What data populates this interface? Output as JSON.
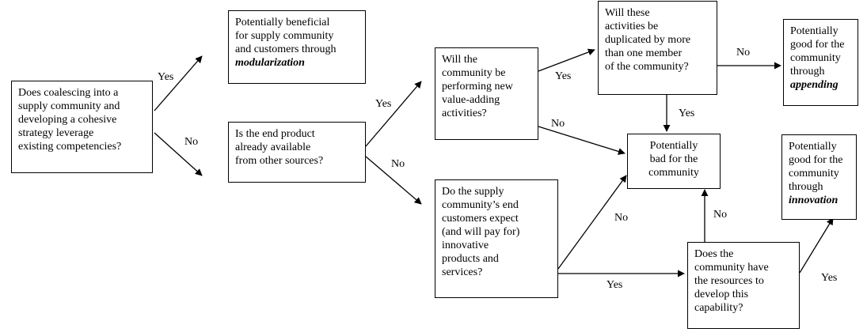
{
  "boxes": {
    "q_coalesce": [
      "Does coalescing into a",
      "supply community and",
      "developing a cohesive",
      "strategy leverage",
      "existing competencies?"
    ],
    "modularization": [
      "Potentially beneficial",
      "for supply community",
      "and customers through"
    ],
    "modularization_emph": "modularization",
    "q_end_product": [
      "Is the end product",
      "already available",
      "from other sources?"
    ],
    "q_new_activities": [
      "Will the",
      "community be",
      "performing new",
      "value-adding",
      "activities?"
    ],
    "q_duplicated": [
      "Will these",
      "activities be",
      "duplicated by more",
      "than one member",
      "of the community?"
    ],
    "appending": [
      "Potentially",
      "good for the",
      "community",
      "through"
    ],
    "appending_emph": "appending",
    "bad": [
      "Potentially",
      "bad for the",
      "community"
    ],
    "innovation": [
      "Potentially",
      "good for the",
      "community",
      "through"
    ],
    "innovation_emph": "innovation",
    "q_customers": [
      "Do the supply",
      "community’s end",
      "customers expect",
      "(and will pay for)",
      "innovative",
      "products and",
      "services?"
    ],
    "q_resources": [
      "Does the",
      "community have",
      "the resources to",
      "develop this",
      "capability?"
    ]
  },
  "labels": {
    "yes_1": "Yes",
    "no_1": "No",
    "yes_2": "Yes",
    "no_2": "No",
    "yes_3": "Yes",
    "no_3": "No",
    "no_4": "No",
    "yes_4": "Yes",
    "no_5": "No",
    "no_6": "No",
    "yes_5": "Yes",
    "yes_6": "Yes"
  }
}
